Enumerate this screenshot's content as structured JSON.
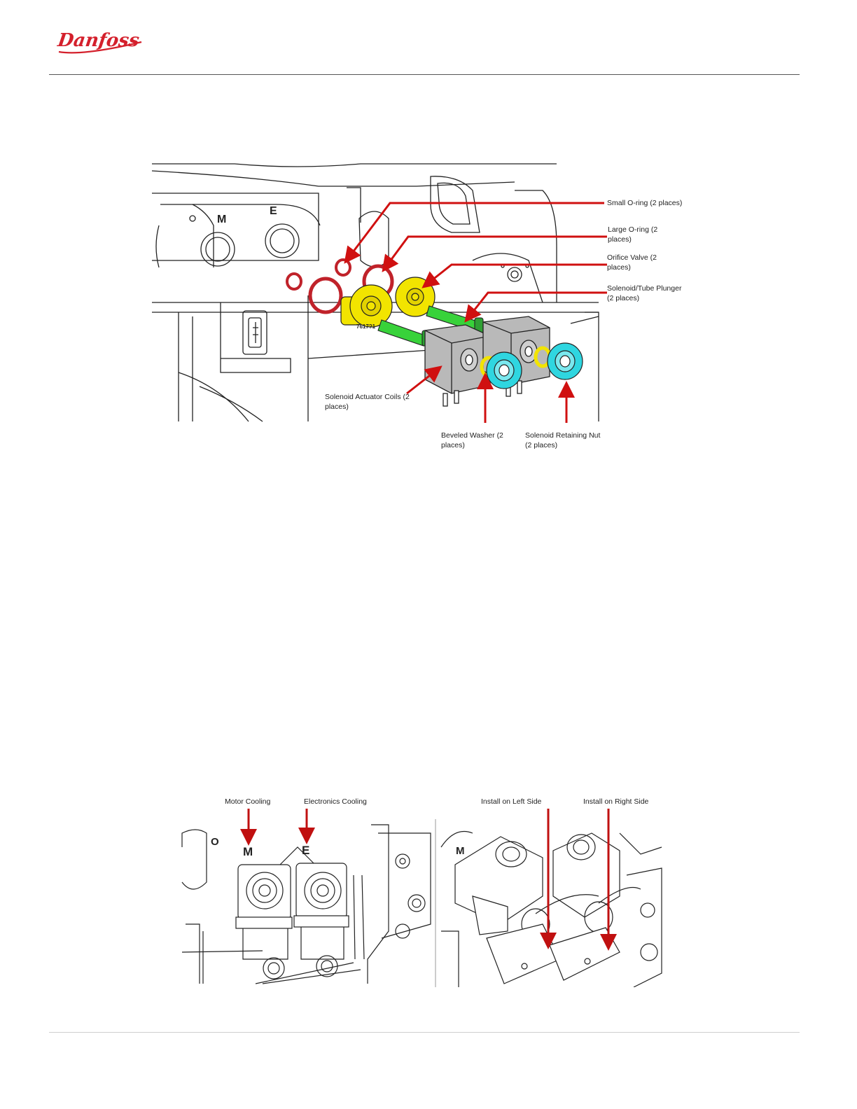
{
  "header": {
    "logo_text": "Danfoss"
  },
  "figure1": {
    "callouts": {
      "small_oring": "Small O-ring (2 places)",
      "large_oring_l1": "Large O-ring (2",
      "large_oring_l2": "places)",
      "orifice_l1": "Orifice Valve (2",
      "orifice_l2": "places)",
      "plunger_l1": "Solenoid/Tube Plunger",
      "plunger_l2": "(2 places)",
      "coils_l1": "Solenoid Actuator Coils (2",
      "coils_l2": "places)",
      "washer_l1": "Beveled Washer (2",
      "washer_l2": "places)",
      "nut_l1": "Solenoid Retaining Nut",
      "nut_l2": "(2 places)"
    },
    "panel_letters": {
      "m": "M",
      "e": "E"
    },
    "part_marking": "7617?1",
    "colors": {
      "arrow": "#d01010",
      "oring": "#c0222a",
      "valve": "#f2e400",
      "plunger": "#38d23a",
      "nut": "#2fd6e0",
      "coil": "#b9b9b9"
    }
  },
  "figure2": {
    "labels": {
      "motor": "Motor Cooling",
      "electronics": "Electronics Cooling",
      "left_side": "Install on Left Side",
      "right_side": "Install on Right Side"
    },
    "panel_letters": {
      "m": "M",
      "e": "E",
      "o": "O"
    }
  }
}
